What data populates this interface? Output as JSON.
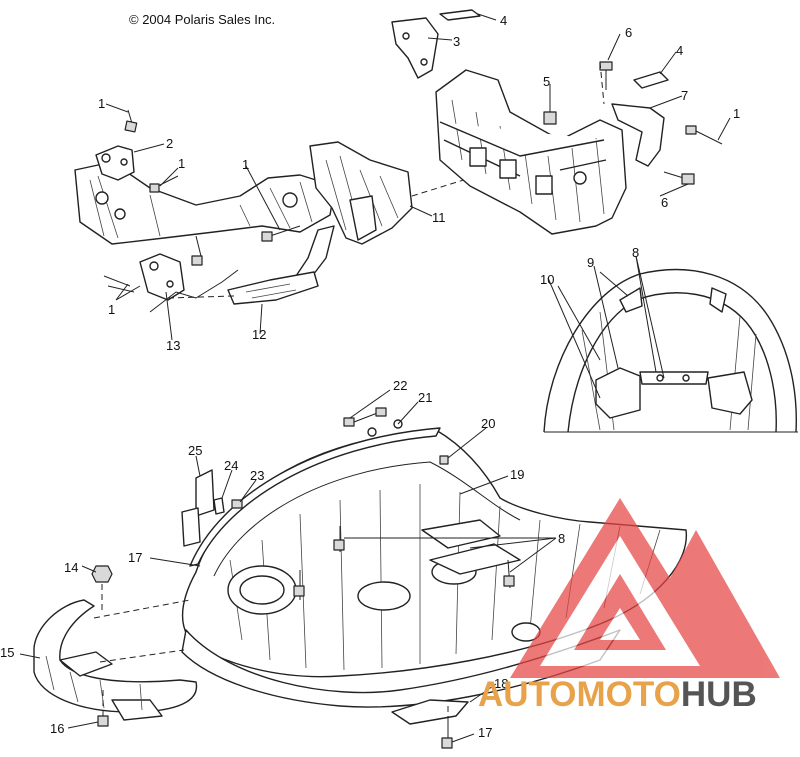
{
  "copyright": "© 2004 Polaris Sales Inc.",
  "callouts": {
    "c1a": "1",
    "c1b": "1",
    "c1c": "1",
    "c1d": "1",
    "c1e": "1",
    "c2": "2",
    "c3": "3",
    "c4a": "4",
    "c4b": "4",
    "c5": "5",
    "c6a": "6",
    "c6b": "6",
    "c7": "7",
    "c8a": "8",
    "c8b": "8",
    "c9": "9",
    "c10": "10",
    "c11": "11",
    "c12": "12",
    "c13": "13",
    "c14": "14",
    "c15": "15",
    "c16": "16",
    "c17a": "17",
    "c17b": "17",
    "c18": "18",
    "c19": "19",
    "c20": "20",
    "c21": "21",
    "c22": "22",
    "c23": "23",
    "c24": "24",
    "c25": "25"
  },
  "watermark": {
    "brand_part1": "AUTO",
    "brand_part2": "MOTO",
    "brand_part3": "HUB",
    "logo_icon": "triangle-a-logo-icon",
    "colors": {
      "triangle": "#e64545",
      "text_orange": "#e8a24a",
      "text_gray": "#555555"
    }
  },
  "colors": {
    "line": "#222222",
    "background": "#ffffff"
  }
}
